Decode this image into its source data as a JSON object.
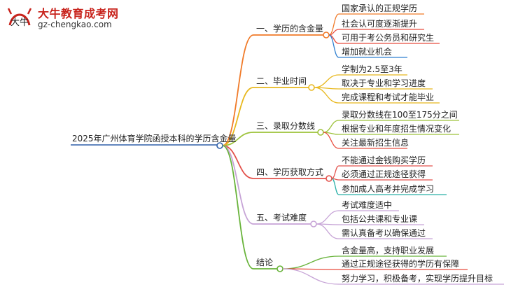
{
  "logo": {
    "name": "大牛教育成考网",
    "url": "gz-chengkao.com",
    "mark_text": "大牛"
  },
  "root": "2025年广州体育学院函授本科的学历含金量",
  "branches": [
    {
      "label": "一、学历的含金量",
      "color": "#f07a28",
      "children": [
        "国家承认的正规学历",
        "社会认可度逐渐提升",
        "可用于考公务员和研究生",
        "增加就业机会"
      ]
    },
    {
      "label": "二、毕业时间",
      "color": "#e8b81e",
      "children": [
        "学制为2.5至3年",
        "取决于专业和学习进度",
        "完成课程和考试才能毕业"
      ]
    },
    {
      "label": "三、录取分数线",
      "color": "#9dc23a",
      "children": [
        "录取分数线在100至175分之间",
        "根据专业和年度招生情况变化",
        "关注最新招生信息"
      ]
    },
    {
      "label": "四、学历获取方式",
      "color": "#e3524c",
      "children": [
        "不能通过金钱购买学历",
        "必须通过正规途径获得",
        "参加成人高考并完成学习"
      ]
    },
    {
      "label": "五、考试难度",
      "color": "#c6a3d6",
      "children": [
        "考试难度适中",
        "包括公共课和专业课",
        "需认真备考以确保通过"
      ]
    },
    {
      "label": "结论",
      "color": "#68b33a",
      "children": [
        "含金量高，支持职业发展",
        "通过正规途径获得的学历有保障",
        "努力学习，积极备考，实现学历提升目标"
      ]
    }
  ],
  "colors": {
    "root_line": "#2e5fa8",
    "logo_red": "#c8231c",
    "node_fill": "#ffffff",
    "leaf_colors": [
      [
        "#f07a28",
        "#e84c3d",
        "#e84c3d",
        "#2e7fd0"
      ],
      [
        "#e8b81e",
        "#e8b81e",
        "#e8b81e"
      ],
      [
        "#9dc23a",
        "#9dc23a",
        "#e84c3d"
      ],
      [
        "#e3524c",
        "#e3524c",
        "#2ab0a8"
      ],
      [
        "#c6a3d6",
        "#c6a3d6",
        "#c6a3d6"
      ],
      [
        "#68b33a",
        "#e84c3d",
        "#c6a3d6"
      ]
    ]
  }
}
